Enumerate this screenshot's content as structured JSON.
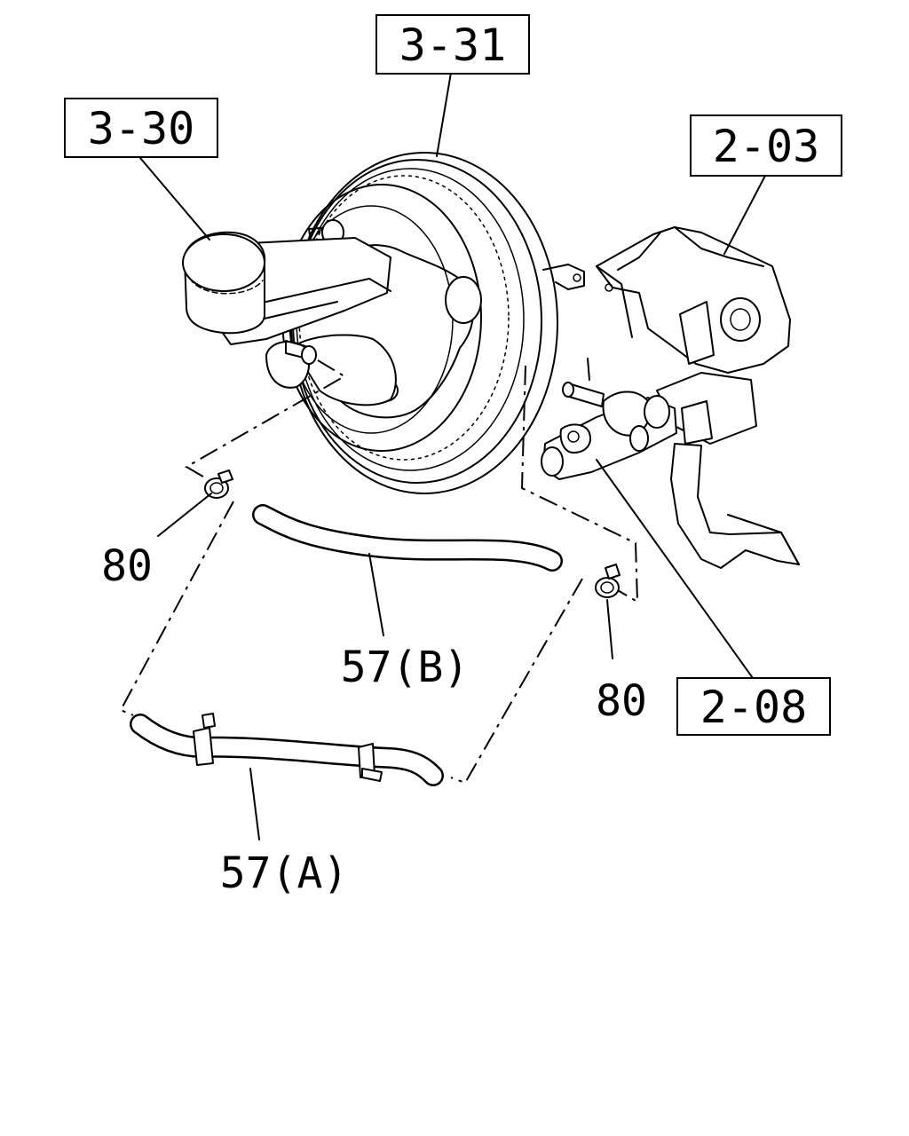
{
  "callouts": {
    "ref_3_31": "3-31",
    "ref_3_30": "3-30",
    "ref_2_03": "2-03",
    "ref_2_08": "2-08",
    "part_80_left": "80",
    "part_80_right": "80",
    "part_57b": "57(B)",
    "part_57a": "57(A)"
  }
}
